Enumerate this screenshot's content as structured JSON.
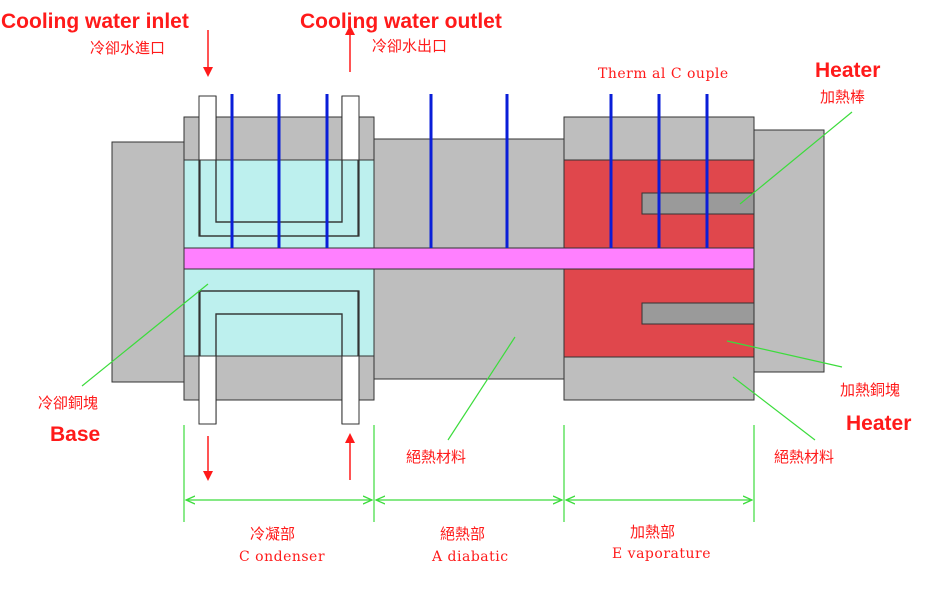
{
  "labels": {
    "cooling_inlet_en": "Cooling water inlet",
    "cooling_inlet_zh": "冷卻水進口",
    "cooling_outlet_en": "Cooling water outlet",
    "cooling_outlet_zh": "冷卻水出口",
    "thermocouple": "Therm al C ouple",
    "heater_top_en": "Heater",
    "heater_rod_zh": "加熱棒",
    "heater_block_zh": "加熱銅塊",
    "heater_bottom_en": "Heater",
    "cooling_block_zh": "冷卻銅塊",
    "base_en": "Base",
    "insulation_1_zh": "絕熱材料",
    "insulation_2_zh": "絕熱材料"
  },
  "sections": [
    {
      "zh": "冷凝部",
      "en": "C ondenser"
    },
    {
      "zh": "絕熱部",
      "en": "A diabatic"
    },
    {
      "zh": "加熱部",
      "en": "E vaporature"
    }
  ],
  "colors": {
    "insulation": "#bebebe",
    "condenser": "#bdf0ee",
    "evaporator": "#e0474c",
    "heat_pipe": "#ff80ff",
    "thermocouple": "#0a1ed8",
    "label_red": "#ff1a1a",
    "leader_green": "#3cdc3c"
  }
}
